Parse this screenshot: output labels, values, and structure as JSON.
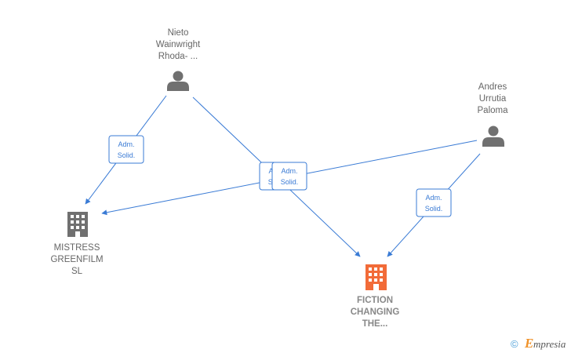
{
  "nodes": {
    "nieto": {
      "label": [
        "Nieto",
        "Wainwright",
        "Rhoda- ..."
      ],
      "kind": "person",
      "icon": "person-icon"
    },
    "andres": {
      "label": [
        "Andres",
        "Urrutia",
        "Paloma"
      ],
      "kind": "person",
      "icon": "person-icon"
    },
    "mistress": {
      "label": [
        "MISTRESS",
        "GREENFILM",
        "SL"
      ],
      "kind": "company",
      "icon": "building-icon"
    },
    "fiction": {
      "label": [
        "FICTION",
        "CHANGING",
        "THE..."
      ],
      "kind": "company-main",
      "icon": "building-icon"
    }
  },
  "edges": [
    {
      "from": "Nieto Wainwright Rhoda- ...",
      "to": "MISTRESS GREENFILM SL",
      "role": [
        "Adm.",
        "Solid."
      ]
    },
    {
      "from": "Nieto Wainwright Rhoda- ...",
      "to": "FICTION CHANGING THE...",
      "role": [
        "Adm.",
        "Solid."
      ]
    },
    {
      "from": "Andres Urrutia Paloma",
      "to": "MISTRESS GREENFILM SL",
      "role": [
        "Adm.",
        "Solid."
      ]
    },
    {
      "from": "Andres Urrutia Paloma",
      "to": "FICTION CHANGING THE...",
      "role": [
        "Adm.",
        "Solid."
      ]
    }
  ],
  "watermark": {
    "copyright": "©",
    "brand_initial": "E",
    "brand_rest": "mpresia"
  },
  "colors": {
    "edge": "#3a7bd5",
    "person_icon": "#707070",
    "company_icon": "#707070",
    "main_company_icon": "#f26b38",
    "label": "#666666",
    "brand_accent": "#f0932b"
  }
}
